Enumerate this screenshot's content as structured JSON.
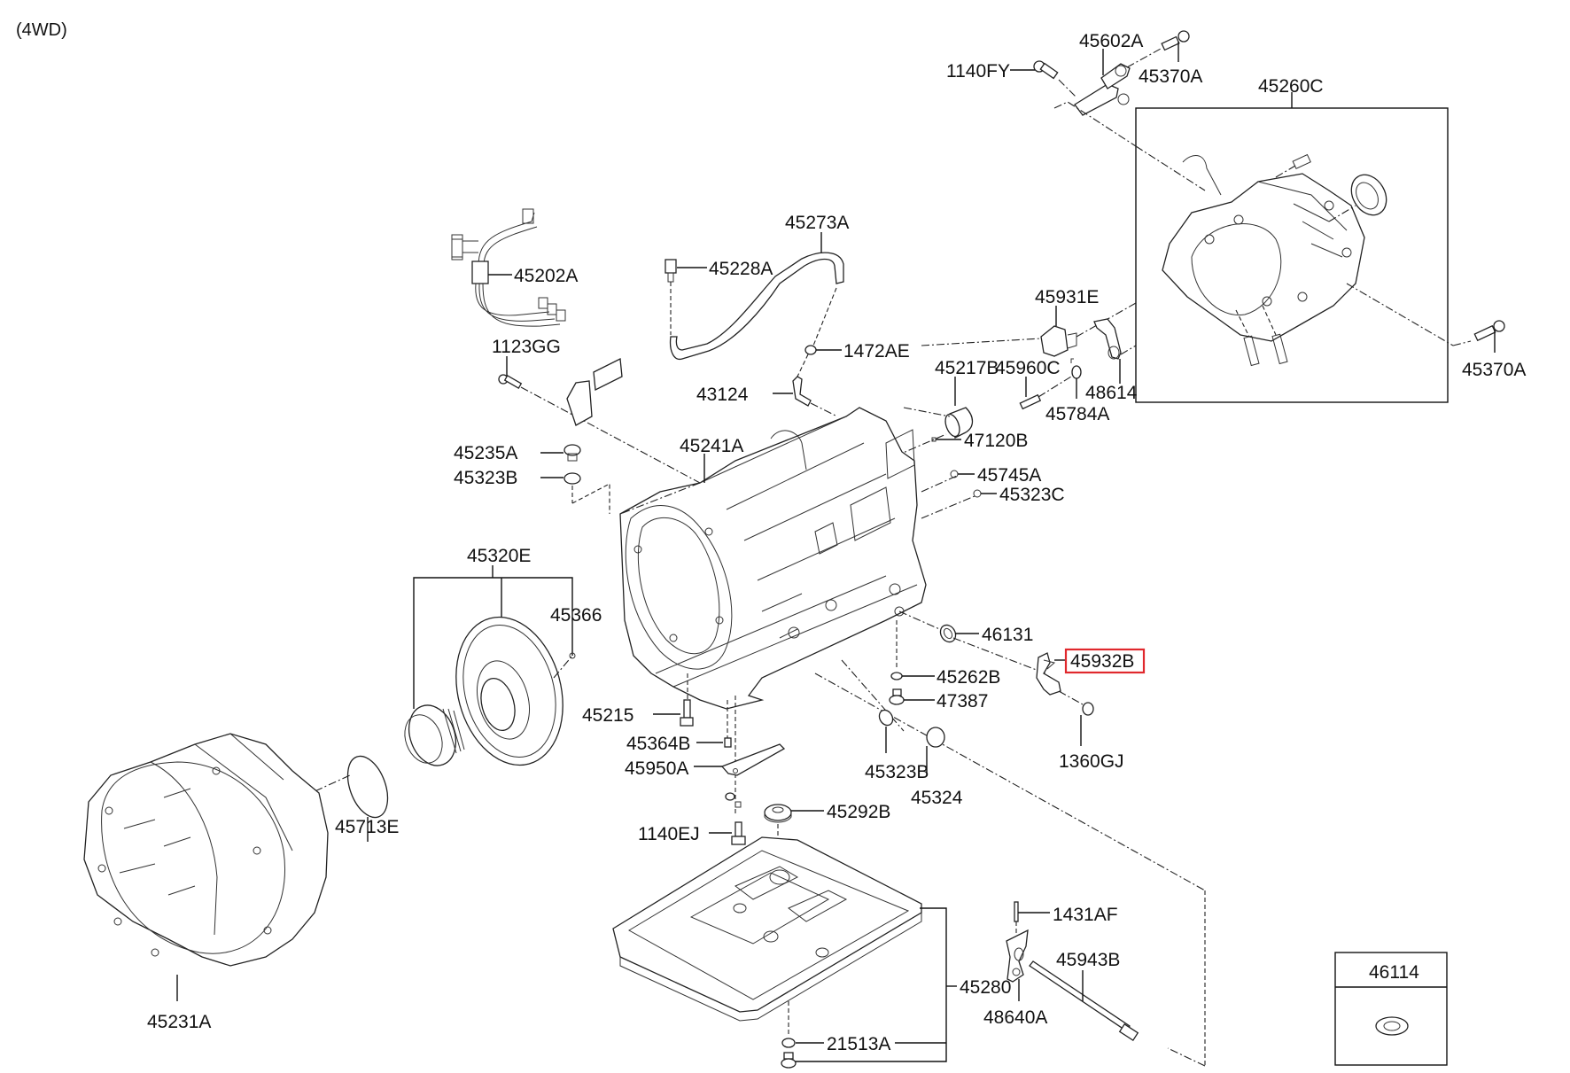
{
  "diagram": {
    "variant_label": "(4WD)",
    "highlight_color": "#e0282d",
    "highlighted_part": "45932B",
    "parts": {
      "p1140FY": "1140FY",
      "p45602A": "45602A",
      "p45370A_top": "45370A",
      "p45260C": "45260C",
      "p45370A_right": "45370A",
      "p45202A": "45202A",
      "p45273A": "45273A",
      "p45228A": "45228A",
      "p1472AE": "1472AE",
      "p1123GG": "1123GG",
      "p43124": "43124",
      "p45931E": "45931E",
      "p45217B": "45217B",
      "p45960C": "45960C",
      "p48614": "48614",
      "p45784A": "45784A",
      "p47120B": "47120B",
      "p45745A": "45745A",
      "p45323C": "45323C",
      "p45235A": "45235A",
      "p45323B_top": "45323B",
      "p45241A": "45241A",
      "p45320E": "45320E",
      "p45366": "45366",
      "p46131": "46131",
      "p45932B": "45932B",
      "p45262B": "45262B",
      "p47387": "47387",
      "p45215": "45215",
      "p1360GJ": "1360GJ",
      "p45364B": "45364B",
      "p45950A": "45950A",
      "p45323B_bottom": "45323B",
      "p45324": "45324",
      "p45713E": "45713E",
      "p45292B": "45292B",
      "p1140EJ": "1140EJ",
      "p1431AF": "1431AF",
      "p45943B": "45943B",
      "p45280": "45280",
      "p48640A": "48640A",
      "p21513A": "21513A",
      "p45231A": "45231A",
      "p46114": "46114"
    }
  }
}
